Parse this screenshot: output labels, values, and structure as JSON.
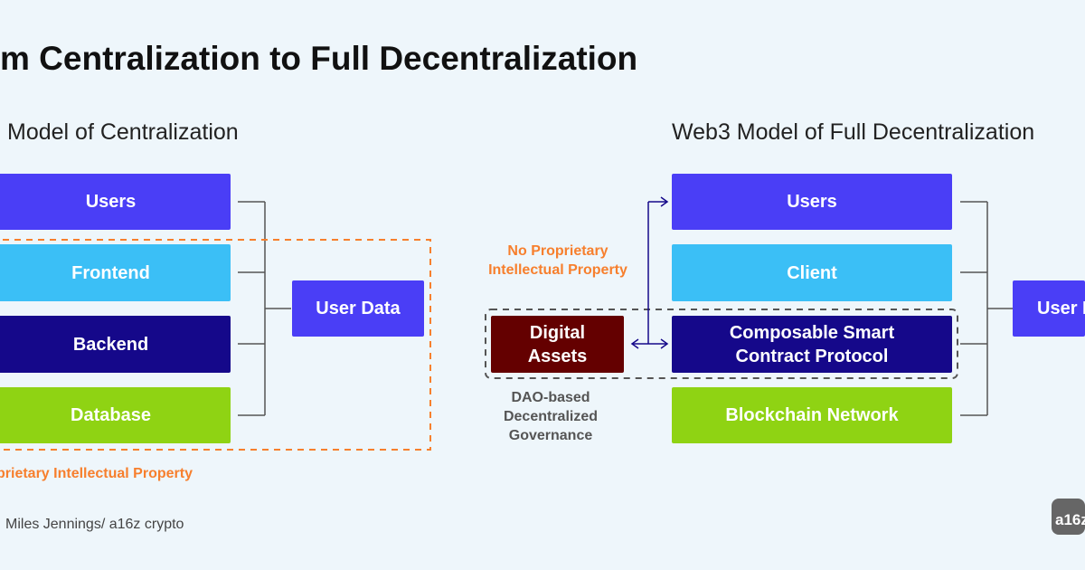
{
  "title": "m Centralization to Full Decentralization",
  "left": {
    "heading": "Model of Centralization",
    "stack": [
      "Users",
      "Frontend",
      "Backend",
      "Database"
    ],
    "target": "User Data",
    "note": "prietary Intellectual Property"
  },
  "right": {
    "heading": "Web3 Model of Full Decentralization",
    "stack": [
      "Users",
      "Client",
      "Composable Smart\nContract Protocol",
      "Blockchain Network"
    ],
    "target": "User I",
    "digital_assets": "Digital\nAssets",
    "note_top": "No Proprietary\nIntellectual Property",
    "note_bottom": "DAO-based\nDecentralized\nGovernance"
  },
  "credit": "Miles Jennings/ a16z crypto",
  "logo": "a16z",
  "colors": {
    "users": "#4a3ef6",
    "frontend": "#3bbff6",
    "backend": "#15088a",
    "database": "#8fd313",
    "digital_assets": "#640000",
    "accent_orange": "#f77f2d"
  }
}
